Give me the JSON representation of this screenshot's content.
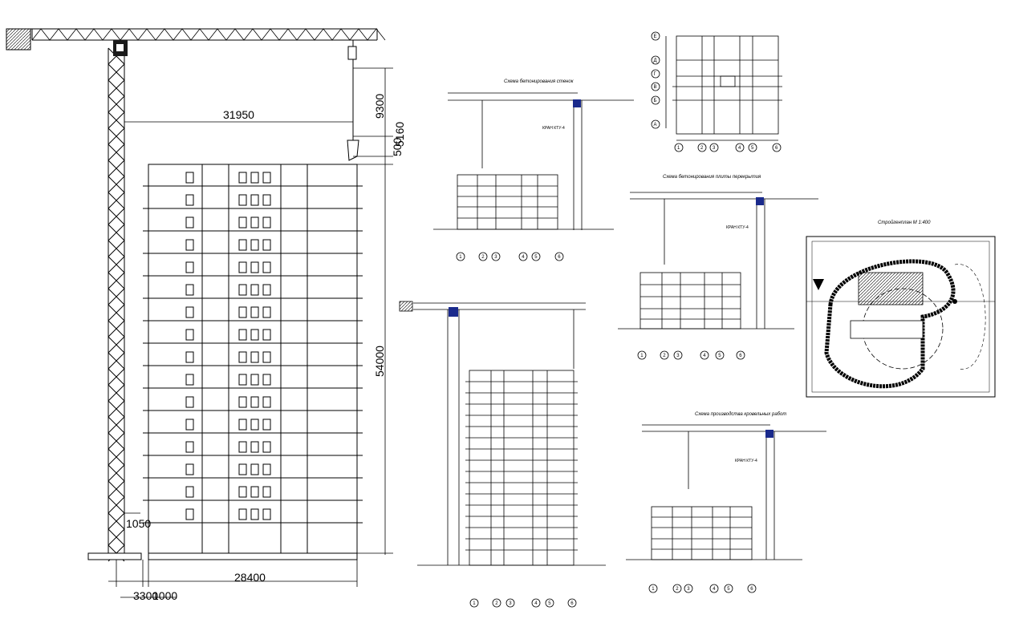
{
  "main_elevation": {
    "dim_jib_reach": "31950",
    "dim_hook_drop": "9300",
    "dim_small_1": "500",
    "dim_small_2": "5160",
    "dim_building_height": "54000",
    "dim_tie": "1050",
    "dim_base_1": "3300",
    "dim_base_2": "1000",
    "dim_building_width": "28400"
  },
  "sheet_1": {
    "title": "Схема бетонирования стенок",
    "crane_label": "КРАН КТУ-4"
  },
  "sheet_2": {
    "title": "Схема бетонирования плиты перекрытия",
    "crane_label": "КРАН КТУ-4"
  },
  "sheet_3": {
    "title": "Схема производства кровельных работ",
    "crane_label": "КРАН КТУ-4"
  },
  "site_plan": {
    "title": "Стройгенплан М 1:400"
  },
  "floor_plan": {
    "row_axes": [
      "Е",
      "Д",
      "Г",
      "В",
      "Б",
      "А"
    ],
    "col_axes": [
      "1",
      "2",
      "3",
      "4",
      "5",
      "6"
    ]
  },
  "section_axes": [
    "1",
    "2",
    "3",
    "4",
    "5",
    "6"
  ],
  "colors": {
    "ink": "#000000",
    "crane_cab": "#1a2a8c",
    "paper": "#ffffff"
  }
}
